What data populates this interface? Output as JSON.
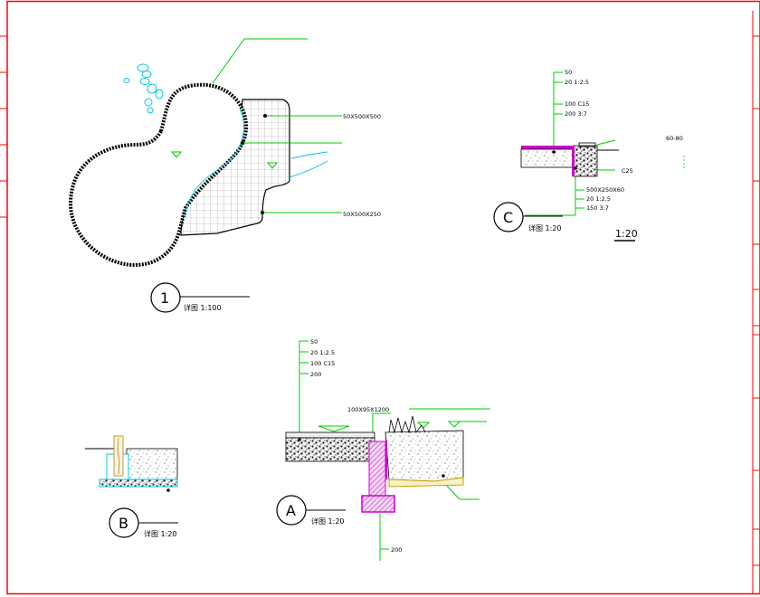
{
  "colors": {
    "frame": "#ff0000",
    "leader": "#00cc00",
    "outline": "#000000",
    "water": "#00c8e6",
    "membrane": "#cc00cc",
    "grid": "#9a9a9a",
    "footing": "#c8a000"
  },
  "detail_1": {
    "number": "1",
    "scale_label": "详图 1:100",
    "paving_top_label": "50X500X500",
    "paving_bottom_label": "50X500X250"
  },
  "detail_c": {
    "number": "C",
    "scale_label": "详图 1:20",
    "layers": [
      "50",
      "20  1:2.5",
      "100  C15",
      "200  3:7"
    ],
    "range_label": "60-80",
    "concrete_label": "C25",
    "lower_layers": [
      "500X250X60",
      "20  1:2.5",
      "150  3:7"
    ],
    "scale_note": "1:20"
  },
  "detail_a": {
    "number": "A",
    "scale_label": "详图 1:20",
    "layers": [
      "50",
      "20  1:2.5",
      "100  C15",
      "200"
    ],
    "timber_label": "100X95X1200",
    "footing_label": "200"
  },
  "detail_b": {
    "number": "B",
    "scale_label": "详图 1:20"
  }
}
